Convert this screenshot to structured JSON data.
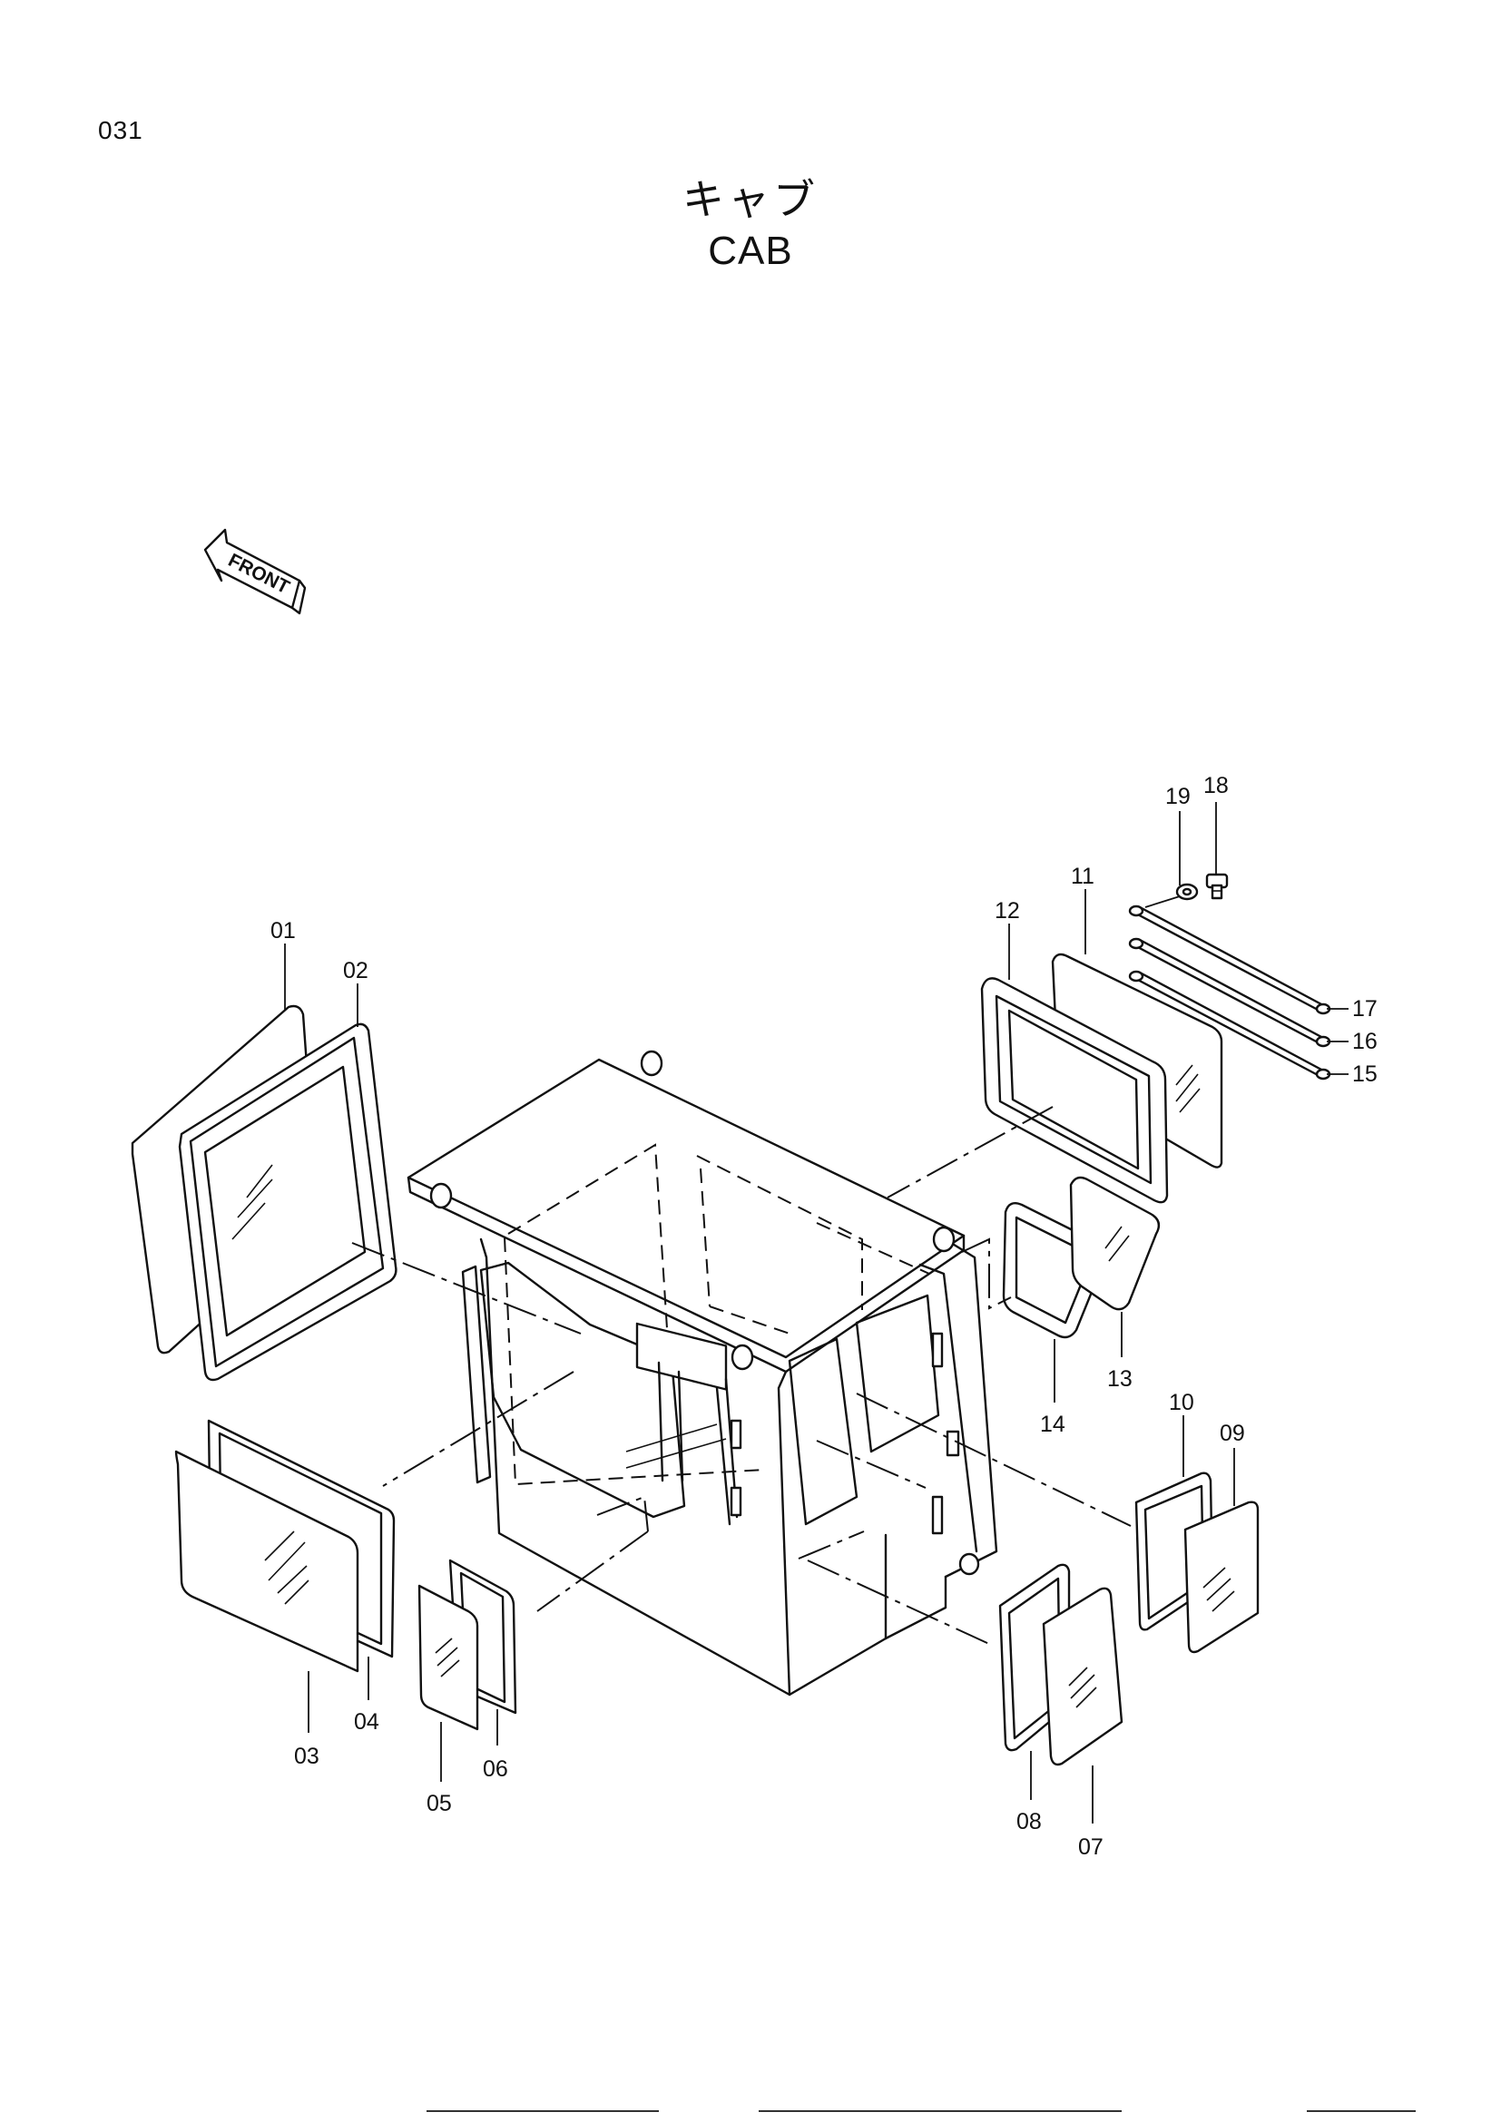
{
  "page": {
    "number": "031"
  },
  "title": {
    "japanese": "キャブ",
    "english": "CAB"
  },
  "front_arrow": {
    "label": "FRONT"
  },
  "callouts": [
    "01",
    "02",
    "03",
    "04",
    "05",
    "06",
    "07",
    "08",
    "09",
    "10",
    "11",
    "12",
    "13",
    "14",
    "15",
    "16",
    "17",
    "18",
    "19"
  ]
}
